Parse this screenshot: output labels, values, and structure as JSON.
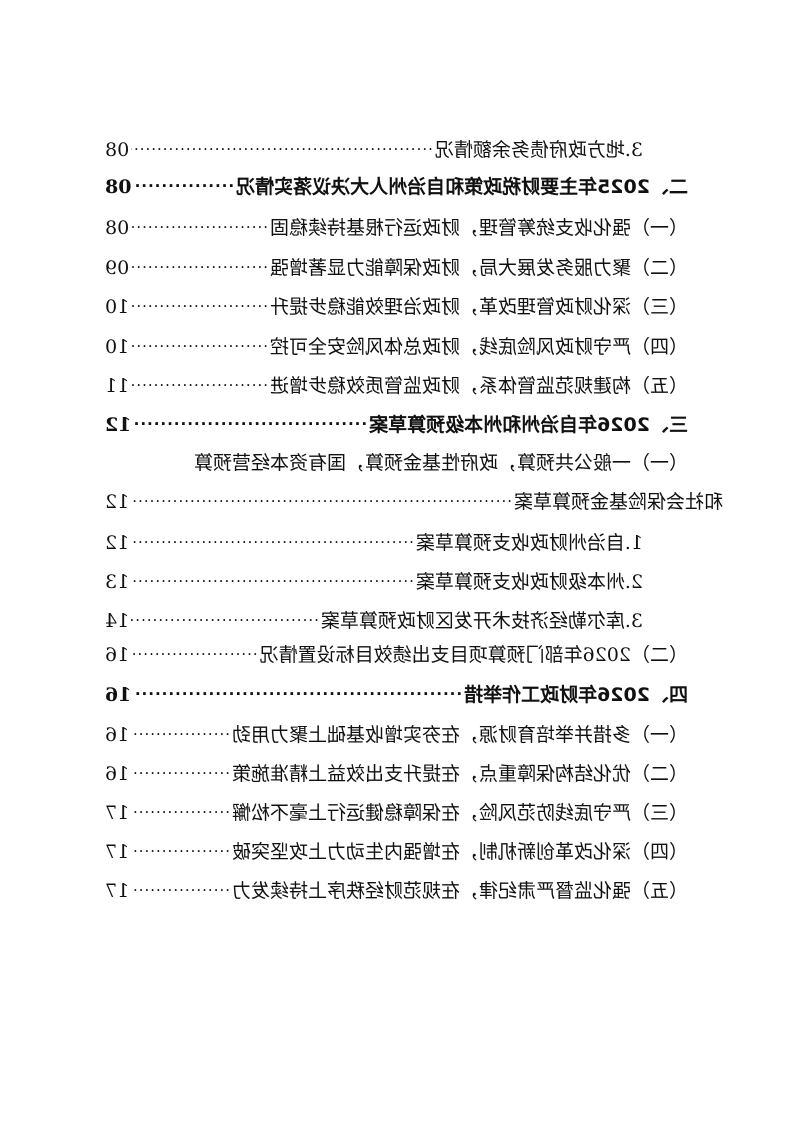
{
  "toc": {
    "e1": {
      "title": "3.地方政府债务余额情况",
      "page": "08"
    },
    "e2": {
      "title": "二、2025年主要财税政策和自治州人大决议落实情况",
      "page": "08"
    },
    "e3": {
      "title": "（一）强化收支统筹管理，财政运行根基持续稳固",
      "page": "08"
    },
    "e4": {
      "title": "（二）聚力服务发展大局，财政保障能力显著增强",
      "page": "09"
    },
    "e5": {
      "title": "（三）深化财政管理改革，财政治理效能稳步提升",
      "page": "10"
    },
    "e6": {
      "title": "（四）严守财政风险底线，财政总体风险安全可控",
      "page": "10"
    },
    "e7": {
      "title": "（五）构建规范监管体系，财政监管质效稳步增进",
      "page": "11"
    },
    "e8": {
      "title": "三、2026年自治州和州本级预算草案",
      "page": "12"
    },
    "e9a": {
      "title": "（一）一般公共预算，政府性基金预算，国有资本经营预算"
    },
    "e9b": {
      "title": "和社会保险基金预算草案",
      "page": "12"
    },
    "e10": {
      "title": "1.自治州财政收支预算草案",
      "page": "12"
    },
    "e11": {
      "title": "2.州本级财政收支预算草案",
      "page": "13"
    },
    "e12": {
      "title": "3.库尔勒经济技术开发区财政预算草案",
      "page": "14"
    },
    "e13": {
      "title": "（二）2026年部门预算项目支出绩效目标设置情况",
      "page": "16"
    },
    "e14": {
      "title": "四、2026年财政工作举措",
      "page": "16"
    },
    "e15": {
      "title": "（一）多措并举培育财源，在夯实增收基础上聚力用劲",
      "page": "16"
    },
    "e16": {
      "title": "（二）优化结构保障重点，在提升支出效益上精准施策",
      "page": "16"
    },
    "e17": {
      "title": "（三）严守底线防范风险，在保障稳健运行上毫不松懈",
      "page": "17"
    },
    "e18": {
      "title": "（四）深化改革创新机制，在增强内生动力上攻坚突破",
      "page": "17"
    },
    "e19": {
      "title": "（五）强化监督严肃纪律，在规范财经秩序上持续发力",
      "page": "17"
    }
  }
}
